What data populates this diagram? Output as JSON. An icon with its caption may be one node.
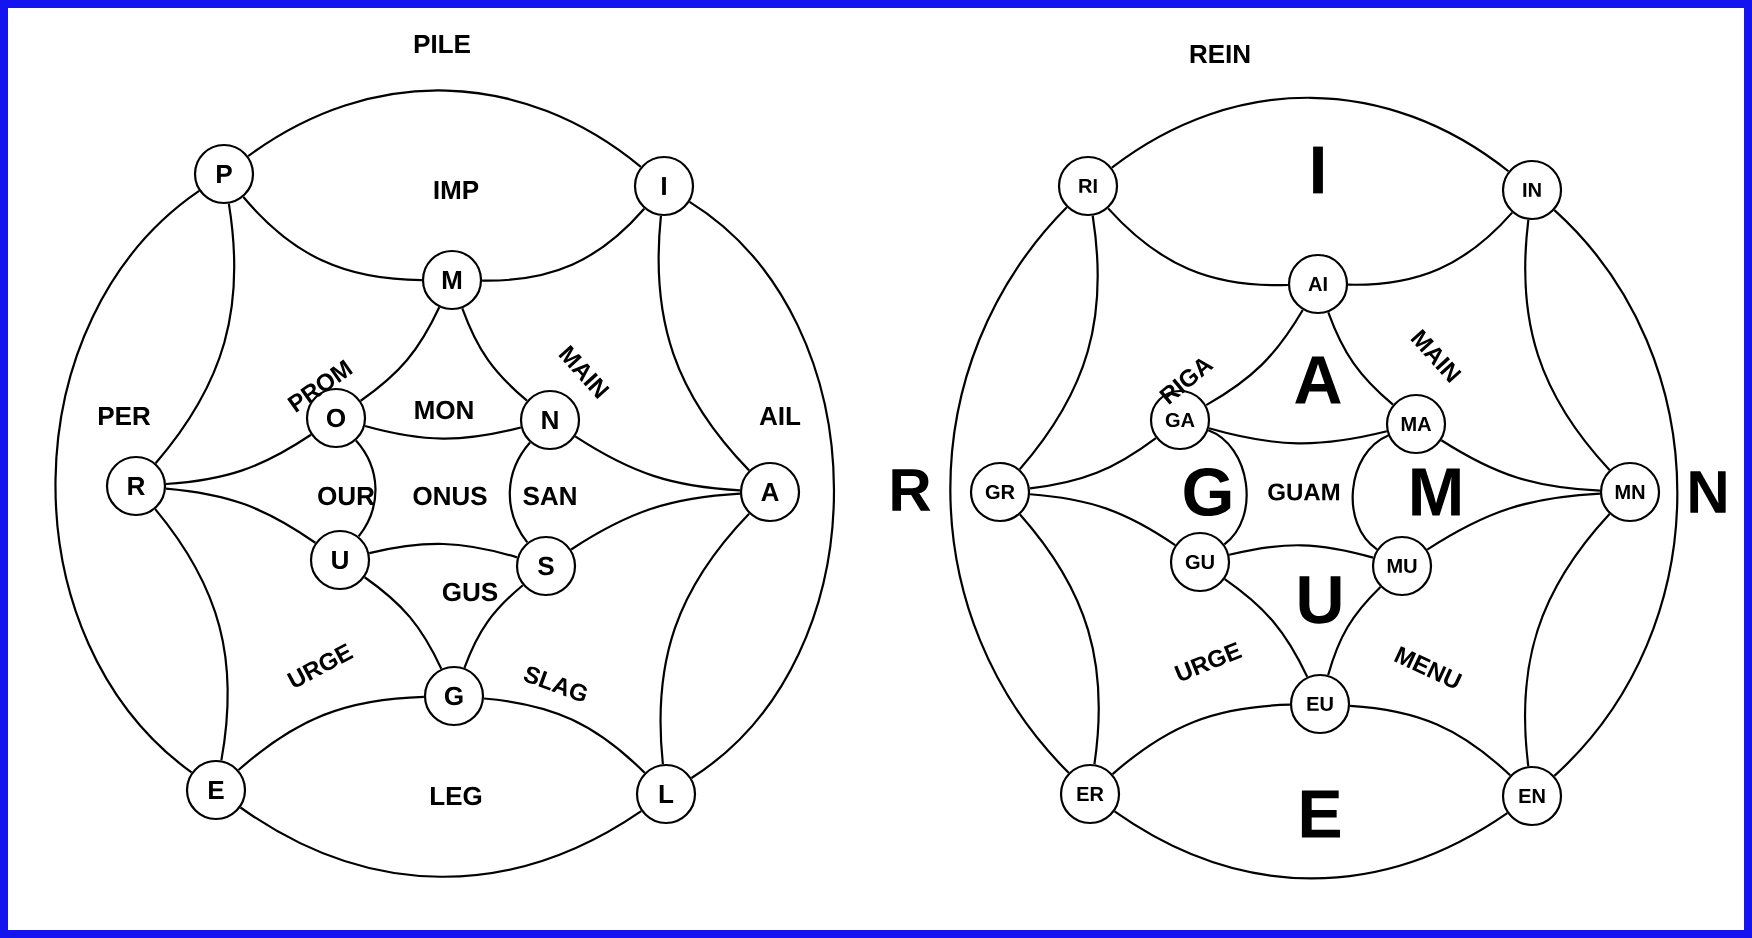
{
  "diagram": {
    "nodes": [
      {
        "text": [
          "P"
        ]
      },
      {
        "text": [
          "I"
        ]
      },
      {
        "text": [
          "M"
        ]
      },
      {
        "text": [
          "O"
        ]
      },
      {
        "text": [
          "N"
        ]
      },
      {
        "text": [
          "R"
        ]
      },
      {
        "text": [
          "A"
        ]
      },
      {
        "text": [
          "U"
        ]
      },
      {
        "text": [
          "S"
        ]
      },
      {
        "text": [
          "G"
        ]
      },
      {
        "text": [
          "E"
        ]
      },
      {
        "text": [
          "L"
        ]
      },
      {
        "text": [
          "RI"
        ]
      },
      {
        "text": [
          "IN"
        ]
      },
      {
        "text": [
          "AI"
        ]
      },
      {
        "text": [
          "GA"
        ]
      },
      {
        "text": [
          "MA"
        ]
      },
      {
        "text": [
          "GR"
        ]
      },
      {
        "text": [
          "MN"
        ]
      },
      {
        "text": [
          "GU"
        ]
      },
      {
        "text": [
          "MU"
        ]
      },
      {
        "text": [
          "EU"
        ]
      },
      {
        "text": [
          "ER"
        ]
      },
      {
        "text": [
          "EN"
        ]
      }
    ],
    "edges": [
      {
        "from": 0,
        "to": 1,
        "arrow": "none"
      },
      {
        "from": 1,
        "to": 11,
        "arrow": "none"
      },
      {
        "from": 11,
        "to": 10,
        "arrow": "none"
      },
      {
        "from": 10,
        "to": 0,
        "arrow": "none"
      },
      {
        "from": 0,
        "to": 2,
        "arrow": "none"
      },
      {
        "from": 1,
        "to": 2,
        "arrow": "none"
      },
      {
        "from": 0,
        "to": 5,
        "arrow": "none"
      },
      {
        "from": 5,
        "to": 10,
        "arrow": "none"
      },
      {
        "from": 1,
        "to": 6,
        "arrow": "none"
      },
      {
        "from": 6,
        "to": 11,
        "arrow": "none"
      },
      {
        "from": 10,
        "to": 9,
        "arrow": "none"
      },
      {
        "from": 11,
        "to": 9,
        "arrow": "none"
      },
      {
        "from": 2,
        "to": 3,
        "arrow": "none"
      },
      {
        "from": 2,
        "to": 4,
        "arrow": "none"
      },
      {
        "from": 5,
        "to": 3,
        "arrow": "none"
      },
      {
        "from": 5,
        "to": 7,
        "arrow": "none"
      },
      {
        "from": 6,
        "to": 4,
        "arrow": "none"
      },
      {
        "from": 6,
        "to": 8,
        "arrow": "none"
      },
      {
        "from": 9,
        "to": 7,
        "arrow": "none"
      },
      {
        "from": 9,
        "to": 8,
        "arrow": "none"
      },
      {
        "from": 3,
        "to": 4,
        "arrow": "none"
      },
      {
        "from": 7,
        "to": 8,
        "arrow": "none"
      },
      {
        "from": 3,
        "to": 7,
        "arrow": "none"
      },
      {
        "from": 4,
        "to": 8,
        "arrow": "none"
      },
      {
        "from": 12,
        "to": 13,
        "arrow": "none"
      },
      {
        "from": 13,
        "to": 23,
        "arrow": "none"
      },
      {
        "from": 23,
        "to": 22,
        "arrow": "none"
      },
      {
        "from": 22,
        "to": 12,
        "arrow": "none"
      },
      {
        "from": 12,
        "to": 14,
        "arrow": "none"
      },
      {
        "from": 13,
        "to": 14,
        "arrow": "none"
      },
      {
        "from": 12,
        "to": 17,
        "arrow": "none"
      },
      {
        "from": 17,
        "to": 22,
        "arrow": "none"
      },
      {
        "from": 13,
        "to": 18,
        "arrow": "none"
      },
      {
        "from": 18,
        "to": 23,
        "arrow": "none"
      },
      {
        "from": 22,
        "to": 21,
        "arrow": "none"
      },
      {
        "from": 23,
        "to": 21,
        "arrow": "none"
      },
      {
        "from": 14,
        "to": 15,
        "arrow": "none"
      },
      {
        "from": 14,
        "to": 16,
        "arrow": "none"
      },
      {
        "from": 17,
        "to": 15,
        "arrow": "none"
      },
      {
        "from": 17,
        "to": 19,
        "arrow": "none"
      },
      {
        "from": 18,
        "to": 16,
        "arrow": "none"
      },
      {
        "from": 18,
        "to": 20,
        "arrow": "none"
      },
      {
        "from": 21,
        "to": 19,
        "arrow": "none"
      },
      {
        "from": 21,
        "to": 20,
        "arrow": "none"
      },
      {
        "from": 15,
        "to": 16,
        "arrow": "none"
      },
      {
        "from": 19,
        "to": 20,
        "arrow": "none"
      },
      {
        "from": 15,
        "to": 19,
        "arrow": "none"
      },
      {
        "from": 16,
        "to": 20,
        "arrow": "none"
      }
    ],
    "labels": [
      "PILE",
      "IMP",
      "PER",
      "PROM",
      "MON",
      "MAIN",
      "AIL",
      "OUR",
      "ONUS",
      "SAN",
      "GUS",
      "URGE",
      "SLAG",
      "LEG",
      "REIN",
      "I",
      "RIGA",
      "A",
      "MAIN",
      "R",
      "G",
      "GUAM",
      "M",
      "N",
      "U",
      "URGE",
      "MENU",
      "E"
    ]
  }
}
